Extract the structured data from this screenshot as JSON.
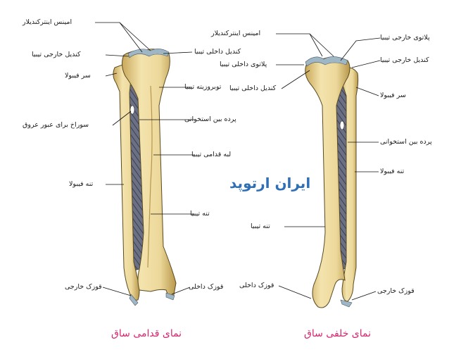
{
  "watermark": "ایران ارتوپد",
  "colors": {
    "caption": "#d6266f",
    "watermark": "#2f6fb5",
    "bone": "#ecd89a",
    "bone_shadow": "#c9a85a",
    "membrane": "#5c6075",
    "cartilage": "#9fb6c4"
  },
  "anterior": {
    "caption": "نمای قدامی ساق",
    "labels": {
      "intercondylar_eminence": "امینس اینترکندیلار",
      "lateral_condyle": "کندیل خارجی تیبیا",
      "medial_condyle": "کندیل داخلی تیبیا",
      "fibula_head": "سر فیبولا",
      "tibial_tuberosity": "توبروزیته تیبیا",
      "vessel_foramen": "سوراخ برای عبور عروق",
      "interosseous_membrane": "پرده بین استخوانی",
      "anterior_border": "لبه قدامی تیبیا",
      "fibula_shaft": "تنه فیبولا",
      "tibia_shaft": "تنه تیبیا",
      "lateral_malleolus": "قوزک خارجی",
      "medial_malleolus": "قوزک داخلی"
    }
  },
  "posterior": {
    "caption": "نمای خلفی ساق",
    "labels": {
      "intercondylar_eminence": "امینس اینترکندیلار",
      "lateral_plateau": "پلاتوی خارجی تیبیا",
      "medial_plateau": "پلاتوی داخلی تیبیا",
      "lateral_condyle": "کندیل خارجی تیبیا",
      "medial_condyle": "کندیل داخلی تیبیا",
      "fibula_head": "سر فیبولا",
      "interosseous_membrane": "پرده بین استخوانی",
      "fibula_shaft": "تنه فیبولا",
      "tibia_shaft": "تنه تیبیا",
      "medial_malleolus": "قوزک داخلی",
      "lateral_malleolus": "قوزک خارجی"
    }
  }
}
